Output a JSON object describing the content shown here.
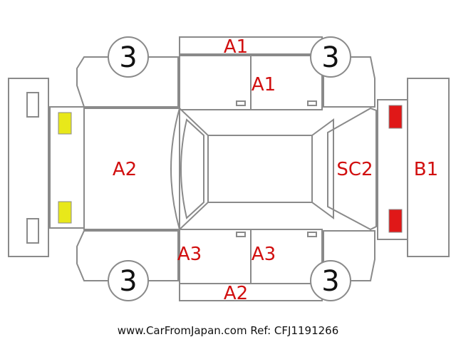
{
  "colors": {
    "outline": "#8a8a8a",
    "damage_label": "#d10f0f",
    "front_lamp": "#e8e81a",
    "rear_lamp": "#e01818"
  },
  "wheels": {
    "front_left": "3",
    "rear_left": "3",
    "front_right": "3",
    "rear_right": "3"
  },
  "labels": {
    "roof_edge_top": "A1",
    "rear_door_top": "A1",
    "hood": "A2",
    "front_door_bottom": "A3",
    "rear_door_bottom": "A3",
    "rocker_bottom": "A2",
    "rear_gate": "SC2",
    "rear_bumper": "B1"
  },
  "footer": {
    "site": "www.CarFromJapan.com",
    "ref": "Ref: CFJ1191266"
  }
}
